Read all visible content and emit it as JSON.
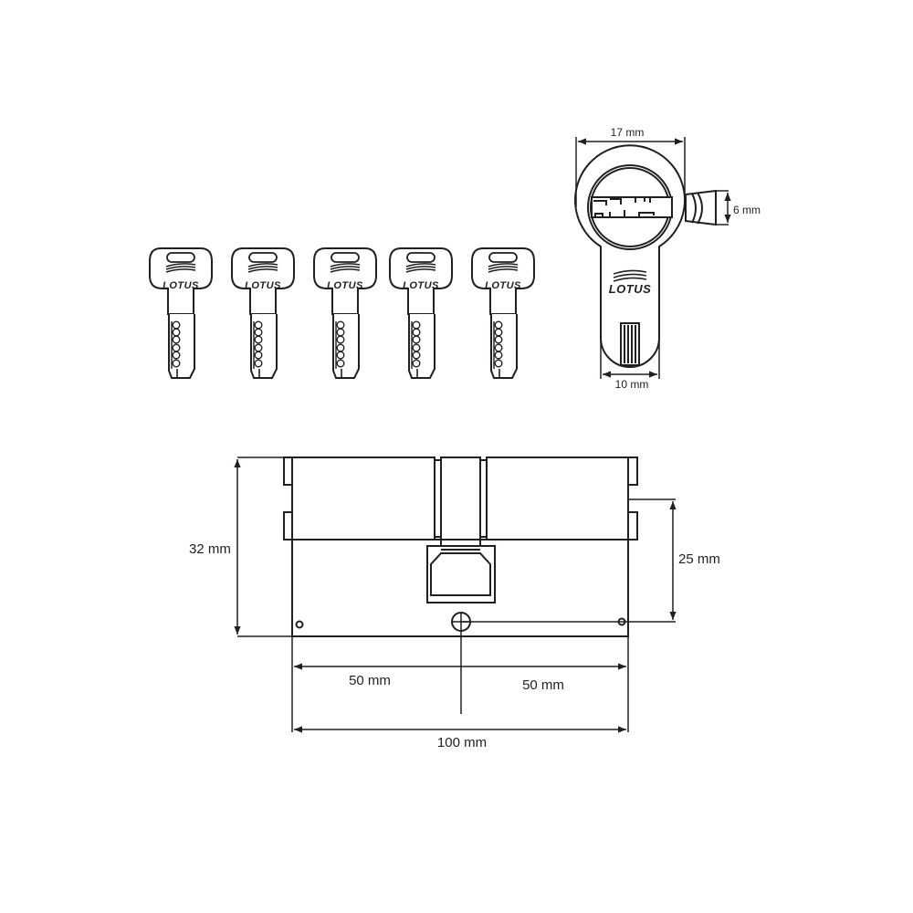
{
  "brand": "LOTUS",
  "colors": {
    "stroke": "#231f20",
    "background": "#ffffff"
  },
  "keys": [
    {
      "brand": "LOTUS"
    },
    {
      "brand": "LOTUS"
    },
    {
      "brand": "LOTUS"
    },
    {
      "brand": "LOTUS"
    },
    {
      "brand": "LOTUS"
    }
  ],
  "end_view": {
    "width_label": "17 mm",
    "cam_label": "6 mm",
    "body_label": "10 mm",
    "brand": "LOTUS"
  },
  "side_view": {
    "height_label": "32 mm",
    "cam_height_label": "25 mm",
    "left_length_label": "50 mm",
    "right_length_label": "50 mm",
    "total_length_label": "100 mm"
  }
}
